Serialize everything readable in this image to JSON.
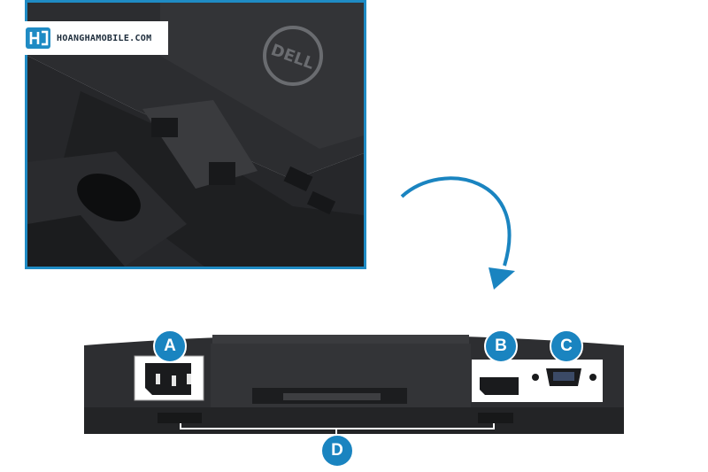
{
  "watermark": {
    "text": "HOANGHAMOBILE.COM",
    "color": "#1f8bc4"
  },
  "photo": {
    "logo_text": "DELL",
    "border_color": "#1f8bc4"
  },
  "callouts": {
    "a": "A",
    "b": "B",
    "c": "C",
    "d": "D",
    "color": "#1a84c0"
  },
  "icons": [
    "rotate-arrow-icon",
    "power-socket-icon",
    "displayport-icon",
    "vga-port-icon"
  ]
}
